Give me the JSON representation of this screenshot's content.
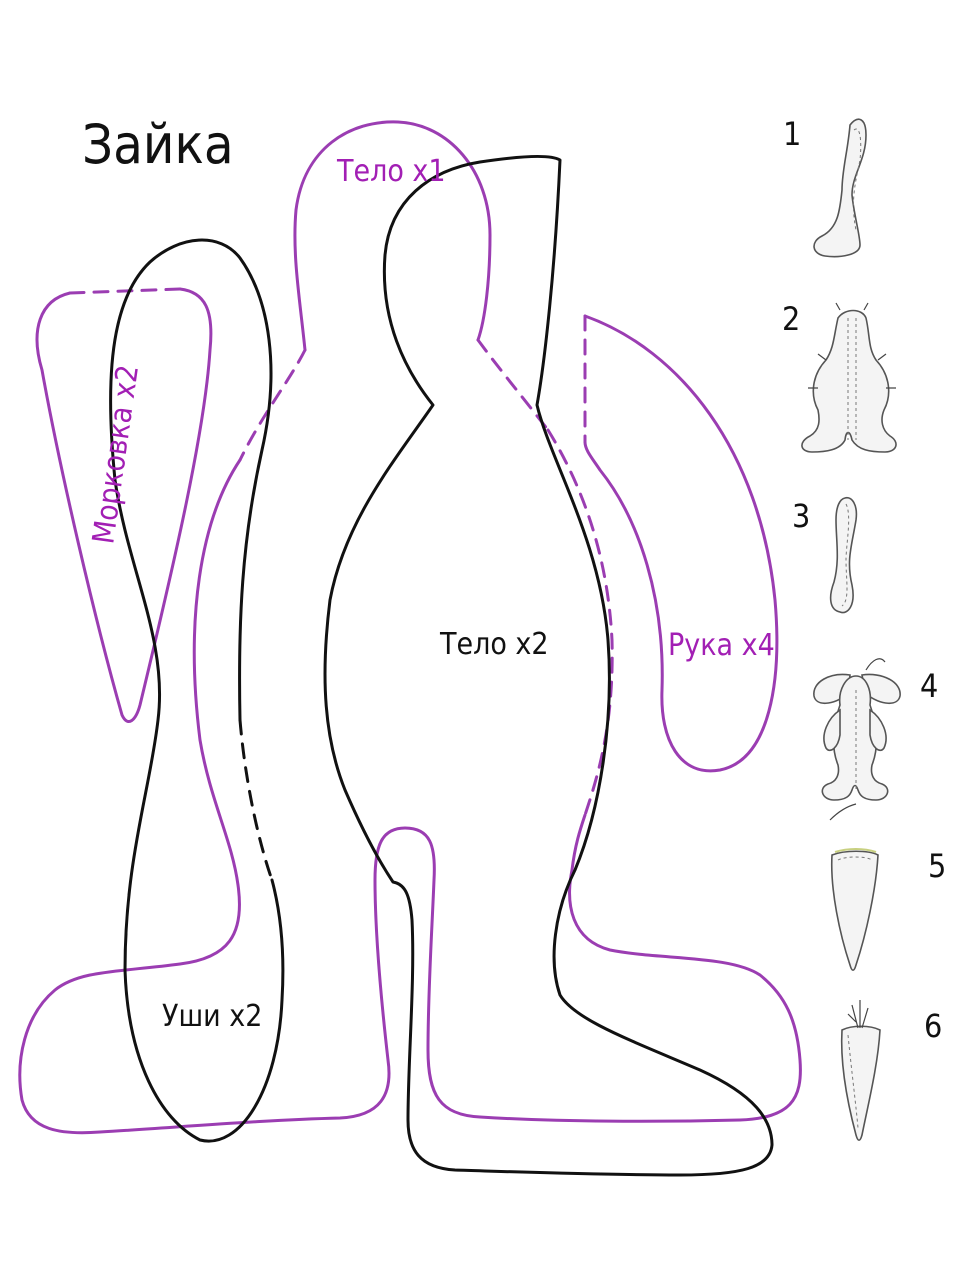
{
  "title": "Зайка",
  "labels": {
    "body_x1": "Тело x1",
    "carrot_x2": "Морковка x2",
    "arm_x4": "Рука x4",
    "body_x2": "Тело x2",
    "ears_x2": "Уши x2"
  },
  "steps": [
    "1",
    "2",
    "3",
    "4",
    "5",
    "6"
  ],
  "colors": {
    "pattern_purple": "#9b3db2",
    "label_purple": "#a21fb4",
    "pattern_black": "#111111"
  }
}
